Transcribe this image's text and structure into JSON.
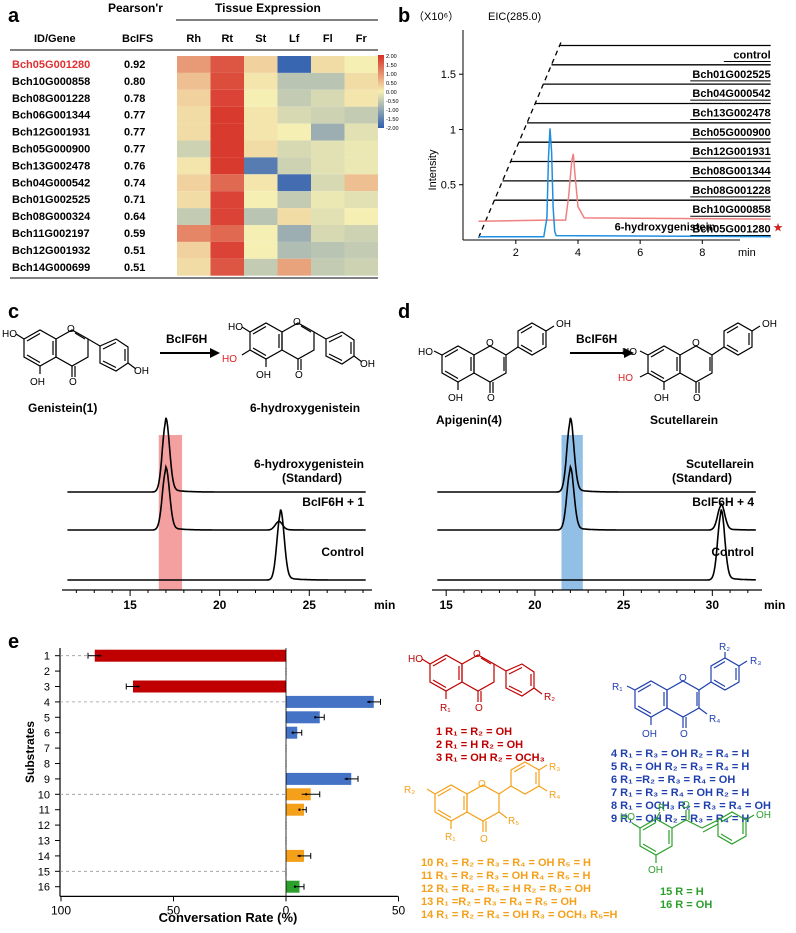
{
  "panel_letters": [
    "a",
    "b",
    "c",
    "d",
    "e"
  ],
  "chart_data": [
    {
      "panel": "a",
      "type": "heatmap",
      "header_pearson": "Pearson'r",
      "header_tissue": "Tissue Expression",
      "row_header": "ID/Gene",
      "pearson_col_header": "BcIFS",
      "columns": [
        "Rh",
        "Rt",
        "St",
        "Lf",
        "Fl",
        "Fr"
      ],
      "highlight_color": "#e03030",
      "rows": [
        {
          "gene": "Bch05G001280",
          "r": "0.92",
          "highlight": true,
          "values": [
            0.9,
            1.6,
            0.3,
            -1.9,
            0.2,
            0.0
          ]
        },
        {
          "gene": "Bch10G000858",
          "r": "0.80",
          "highlight": false,
          "values": [
            0.5,
            1.7,
            0.1,
            -0.6,
            -0.6,
            0.2
          ]
        },
        {
          "gene": "Bch08G001228",
          "r": "0.78",
          "highlight": false,
          "values": [
            0.3,
            1.8,
            0.0,
            -0.5,
            -0.3,
            0.1
          ]
        },
        {
          "gene": "Bch06G001344",
          "r": "0.77",
          "highlight": false,
          "values": [
            0.2,
            1.9,
            0.1,
            -0.3,
            -0.4,
            -0.5
          ]
        },
        {
          "gene": "Bch12G001931",
          "r": "0.77",
          "highlight": false,
          "values": [
            0.2,
            1.9,
            0.1,
            0.0,
            -0.9,
            -0.2
          ]
        },
        {
          "gene": "Bch05G000900",
          "r": "0.77",
          "highlight": false,
          "values": [
            -0.4,
            1.9,
            0.2,
            -0.3,
            -0.2,
            -0.1
          ]
        },
        {
          "gene": "Bch13G002478",
          "r": "0.76",
          "highlight": false,
          "values": [
            0.1,
            1.9,
            -1.6,
            -0.4,
            -0.2,
            -0.1
          ]
        },
        {
          "gene": "Bch04G000542",
          "r": "0.74",
          "highlight": false,
          "values": [
            0.3,
            1.4,
            0.1,
            -1.8,
            -0.3,
            0.5
          ]
        },
        {
          "gene": "Bch01G002525",
          "r": "0.71",
          "highlight": false,
          "values": [
            0.2,
            1.8,
            0.0,
            -0.5,
            -0.1,
            -0.2
          ]
        },
        {
          "gene": "Bch08G000324",
          "r": "0.64",
          "highlight": false,
          "values": [
            -0.5,
            1.8,
            -0.6,
            0.2,
            -0.2,
            0.0
          ]
        },
        {
          "gene": "Bch11G002197",
          "r": "0.59",
          "highlight": false,
          "values": [
            1.1,
            1.4,
            0.0,
            -0.9,
            -0.3,
            -0.4
          ]
        },
        {
          "gene": "Bch12G001932",
          "r": "0.51",
          "highlight": false,
          "values": [
            0.3,
            1.8,
            0.0,
            -0.7,
            -0.6,
            -0.5
          ]
        },
        {
          "gene": "Bch14G000699",
          "r": "0.51",
          "highlight": false,
          "values": [
            0.2,
            1.6,
            -0.5,
            0.8,
            -0.5,
            -0.4
          ]
        }
      ],
      "colorbar": {
        "min": -2.0,
        "max": 2.0,
        "ticks": [
          "2.00",
          "1.50",
          "1.00",
          "0.50",
          "0.00",
          "-0.50",
          "-1.00",
          "-1.50",
          "-2.00"
        ],
        "high_color": "#d73027",
        "mid_color": "#f5efb4",
        "low_color": "#2f5fb0"
      }
    },
    {
      "panel": "b",
      "type": "line",
      "scale_label": "（X10⁶）",
      "title": "EIC(285.0)",
      "ylabel": "Intensity",
      "xlabel": "min",
      "xlim": [
        0.3,
        10.5
      ],
      "ylim": [
        0,
        1.9
      ],
      "xticks": [
        2,
        4,
        6,
        8
      ],
      "yticks": [
        0.5,
        1,
        1.5
      ],
      "stack_labels": [
        "control",
        "Bch01G002525",
        "Bch04G000542",
        "Bch13G002478",
        "Bch05G000900",
        "Bch12G001931",
        "Bch08G001344",
        "Bch08G001228",
        "Bch10G000858",
        "Bch05G001280",
        "6-hydroxygenistein"
      ],
      "star_color": "#d02020",
      "series": [
        {
          "name": "Bch05G001280",
          "color": "#f08080",
          "x": [
            0.8,
            3.0,
            3.6,
            3.7,
            3.8,
            3.85,
            3.9,
            4.0,
            4.2,
            10.2
          ],
          "y": [
            0.17,
            0.18,
            0.18,
            0.4,
            0.72,
            0.78,
            0.6,
            0.3,
            0.2,
            0.19
          ]
        },
        {
          "name": "6-hydroxygenistein",
          "color": "#1f8fe0",
          "x": [
            0.8,
            2.9,
            3.0,
            3.05,
            3.1,
            3.15,
            3.2,
            3.25,
            3.3,
            10.2
          ],
          "y": [
            0.03,
            0.03,
            0.2,
            0.75,
            1.01,
            0.8,
            0.3,
            0.08,
            0.04,
            0.03
          ]
        }
      ]
    },
    {
      "panel": "c",
      "type": "line",
      "xlabel": "min",
      "xlim": [
        11.2,
        28.5
      ],
      "xticks": [
        15,
        20,
        25
      ],
      "highlight_range": [
        16.6,
        17.9
      ],
      "highlight_color": "#f4a0a0",
      "reaction_enzyme": "BcIF6H",
      "substrate_name": "Genistein(1)",
      "product_name": "6-hydroxygenistein",
      "traces": [
        {
          "name": "6-hydroxygenistein (Standard)",
          "label_line1": "6-hydroxygenistein",
          "label_line2": "(Standard)",
          "peaks": [
            {
              "rt": 17.0,
              "h": 1.0
            }
          ]
        },
        {
          "name": "BcIF6H + 1",
          "label_line1": "BcIF6H + 1",
          "label_line2": "",
          "peaks": [
            {
              "rt": 17.0,
              "h": 0.85
            },
            {
              "rt": 23.3,
              "h": 0.12
            }
          ]
        },
        {
          "name": "Control",
          "label_line1": "Control",
          "label_line2": "",
          "peaks": [
            {
              "rt": 23.4,
              "h": 0.95
            }
          ]
        }
      ]
    },
    {
      "panel": "d",
      "type": "line",
      "xlabel": "min",
      "xlim": [
        14.2,
        32.8
      ],
      "xticks": [
        15,
        20,
        25,
        30
      ],
      "highlight_range": [
        21.5,
        22.7
      ],
      "highlight_color": "#92bfe6",
      "reaction_enzyme": "BcIF6H",
      "substrate_name": "Apigenin(4)",
      "product_name": "Scutellarein",
      "traces": [
        {
          "name": "Scutellarein (Standard)",
          "label_line1": "Scutellarein",
          "label_line2": "(Standard)",
          "peaks": [
            {
              "rt": 22.0,
              "h": 1.0
            }
          ]
        },
        {
          "name": "BcIF6H + 4",
          "label_line1": "BcIF6H + 4",
          "label_line2": "",
          "peaks": [
            {
              "rt": 22.0,
              "h": 0.85
            },
            {
              "rt": 30.5,
              "h": 0.35
            }
          ]
        },
        {
          "name": "Control",
          "label_line1": "Control",
          "label_line2": "",
          "peaks": [
            {
              "rt": 30.5,
              "h": 0.95
            }
          ]
        }
      ]
    },
    {
      "panel": "e",
      "type": "bar",
      "ylabel": "Substrates",
      "xlabel": "Conversation Rate (%)",
      "xticks_left": [
        100,
        50,
        0
      ],
      "xticks_right": [
        50
      ],
      "categories": [
        "1",
        "2",
        "3",
        "4",
        "5",
        "6",
        "7",
        "8",
        "9",
        "10",
        "11",
        "12",
        "13",
        "14",
        "15",
        "16"
      ],
      "left": {
        "name": "BcIF6H",
        "values": [
          85,
          0,
          68,
          null,
          null,
          null,
          null,
          null,
          null,
          null,
          null,
          null,
          null,
          null,
          null,
          null
        ],
        "errors": [
          3,
          0,
          3
        ]
      },
      "right": {
        "values": [
          null,
          null,
          null,
          39,
          15,
          5,
          0,
          0,
          29,
          11,
          8,
          0,
          0,
          8,
          0,
          6
        ],
        "errors": [
          null,
          null,
          null,
          3,
          2,
          2,
          0,
          0,
          3,
          4,
          1,
          0,
          0,
          3,
          0,
          2
        ]
      },
      "colors": {
        "isoflavone": "#c00000",
        "flavone": "#4472c4",
        "flavanone": "#f5a01a",
        "chalcone": "#2ca02c"
      },
      "color_groups": [
        "isoflavone",
        "isoflavone",
        "isoflavone",
        "flavone",
        "flavone",
        "flavone",
        "flavone",
        "flavone",
        "flavone",
        "flavanone",
        "flavanone",
        "flavanone",
        "flavanone",
        "flavanone",
        "chalcone",
        "chalcone"
      ],
      "dashed_after": [
        "1",
        "4",
        "10",
        "15"
      ]
    }
  ],
  "compounds": {
    "red": [
      "1 R₁ = R₂ = OH",
      "2 R₁ = H R₂ = OH",
      "3 R₁ = OH R₂ = OCH₃"
    ],
    "blue": [
      "4 R₁ = R₃ = OH R₂ = R₄ = H",
      "5 R₁ = OH R₂ = R₃ = R₄ = H",
      "6 R₁ =R₂ = R₃ = R₄ = OH",
      "7 R₁ = R₃ = R₄ = OH R₂ = H",
      "8 R₁ = OCH₃ R₂ = R₃ = R₄ = OH",
      "9 R₁ = OH R₂ = R₃ = R₄ = H"
    ],
    "orange": [
      "10 R₁ = R₂ = R₃ = R₄ = OH R₅ = H",
      "11 R₁ = R₂ = R₃ = OH R₄ = R₅ = H",
      "12 R₁ = R₄ = R₅ = H R₂ = R₃ = OH",
      "13 R₁ =R₂ = R₃ = R₄ = R₅ = OH",
      "14 R₁ = R₂ = R₄ = OH R₃ = OCH₃ R₅=H"
    ],
    "green": [
      "15  R = H",
      "16  R = OH"
    ],
    "atom_labels": {
      "OH": "OH",
      "HO": "HO",
      "O": "O",
      "R1": "R₁",
      "R2": "R₂",
      "R3": "R₃",
      "R4": "R₄",
      "R5": "R₅",
      "R": "R"
    },
    "colors": {
      "red": "#c00000",
      "blue": "#1f3fae",
      "orange": "#f5a01a",
      "green": "#2ca02c",
      "hydroxyl_red": "#e02020"
    }
  }
}
